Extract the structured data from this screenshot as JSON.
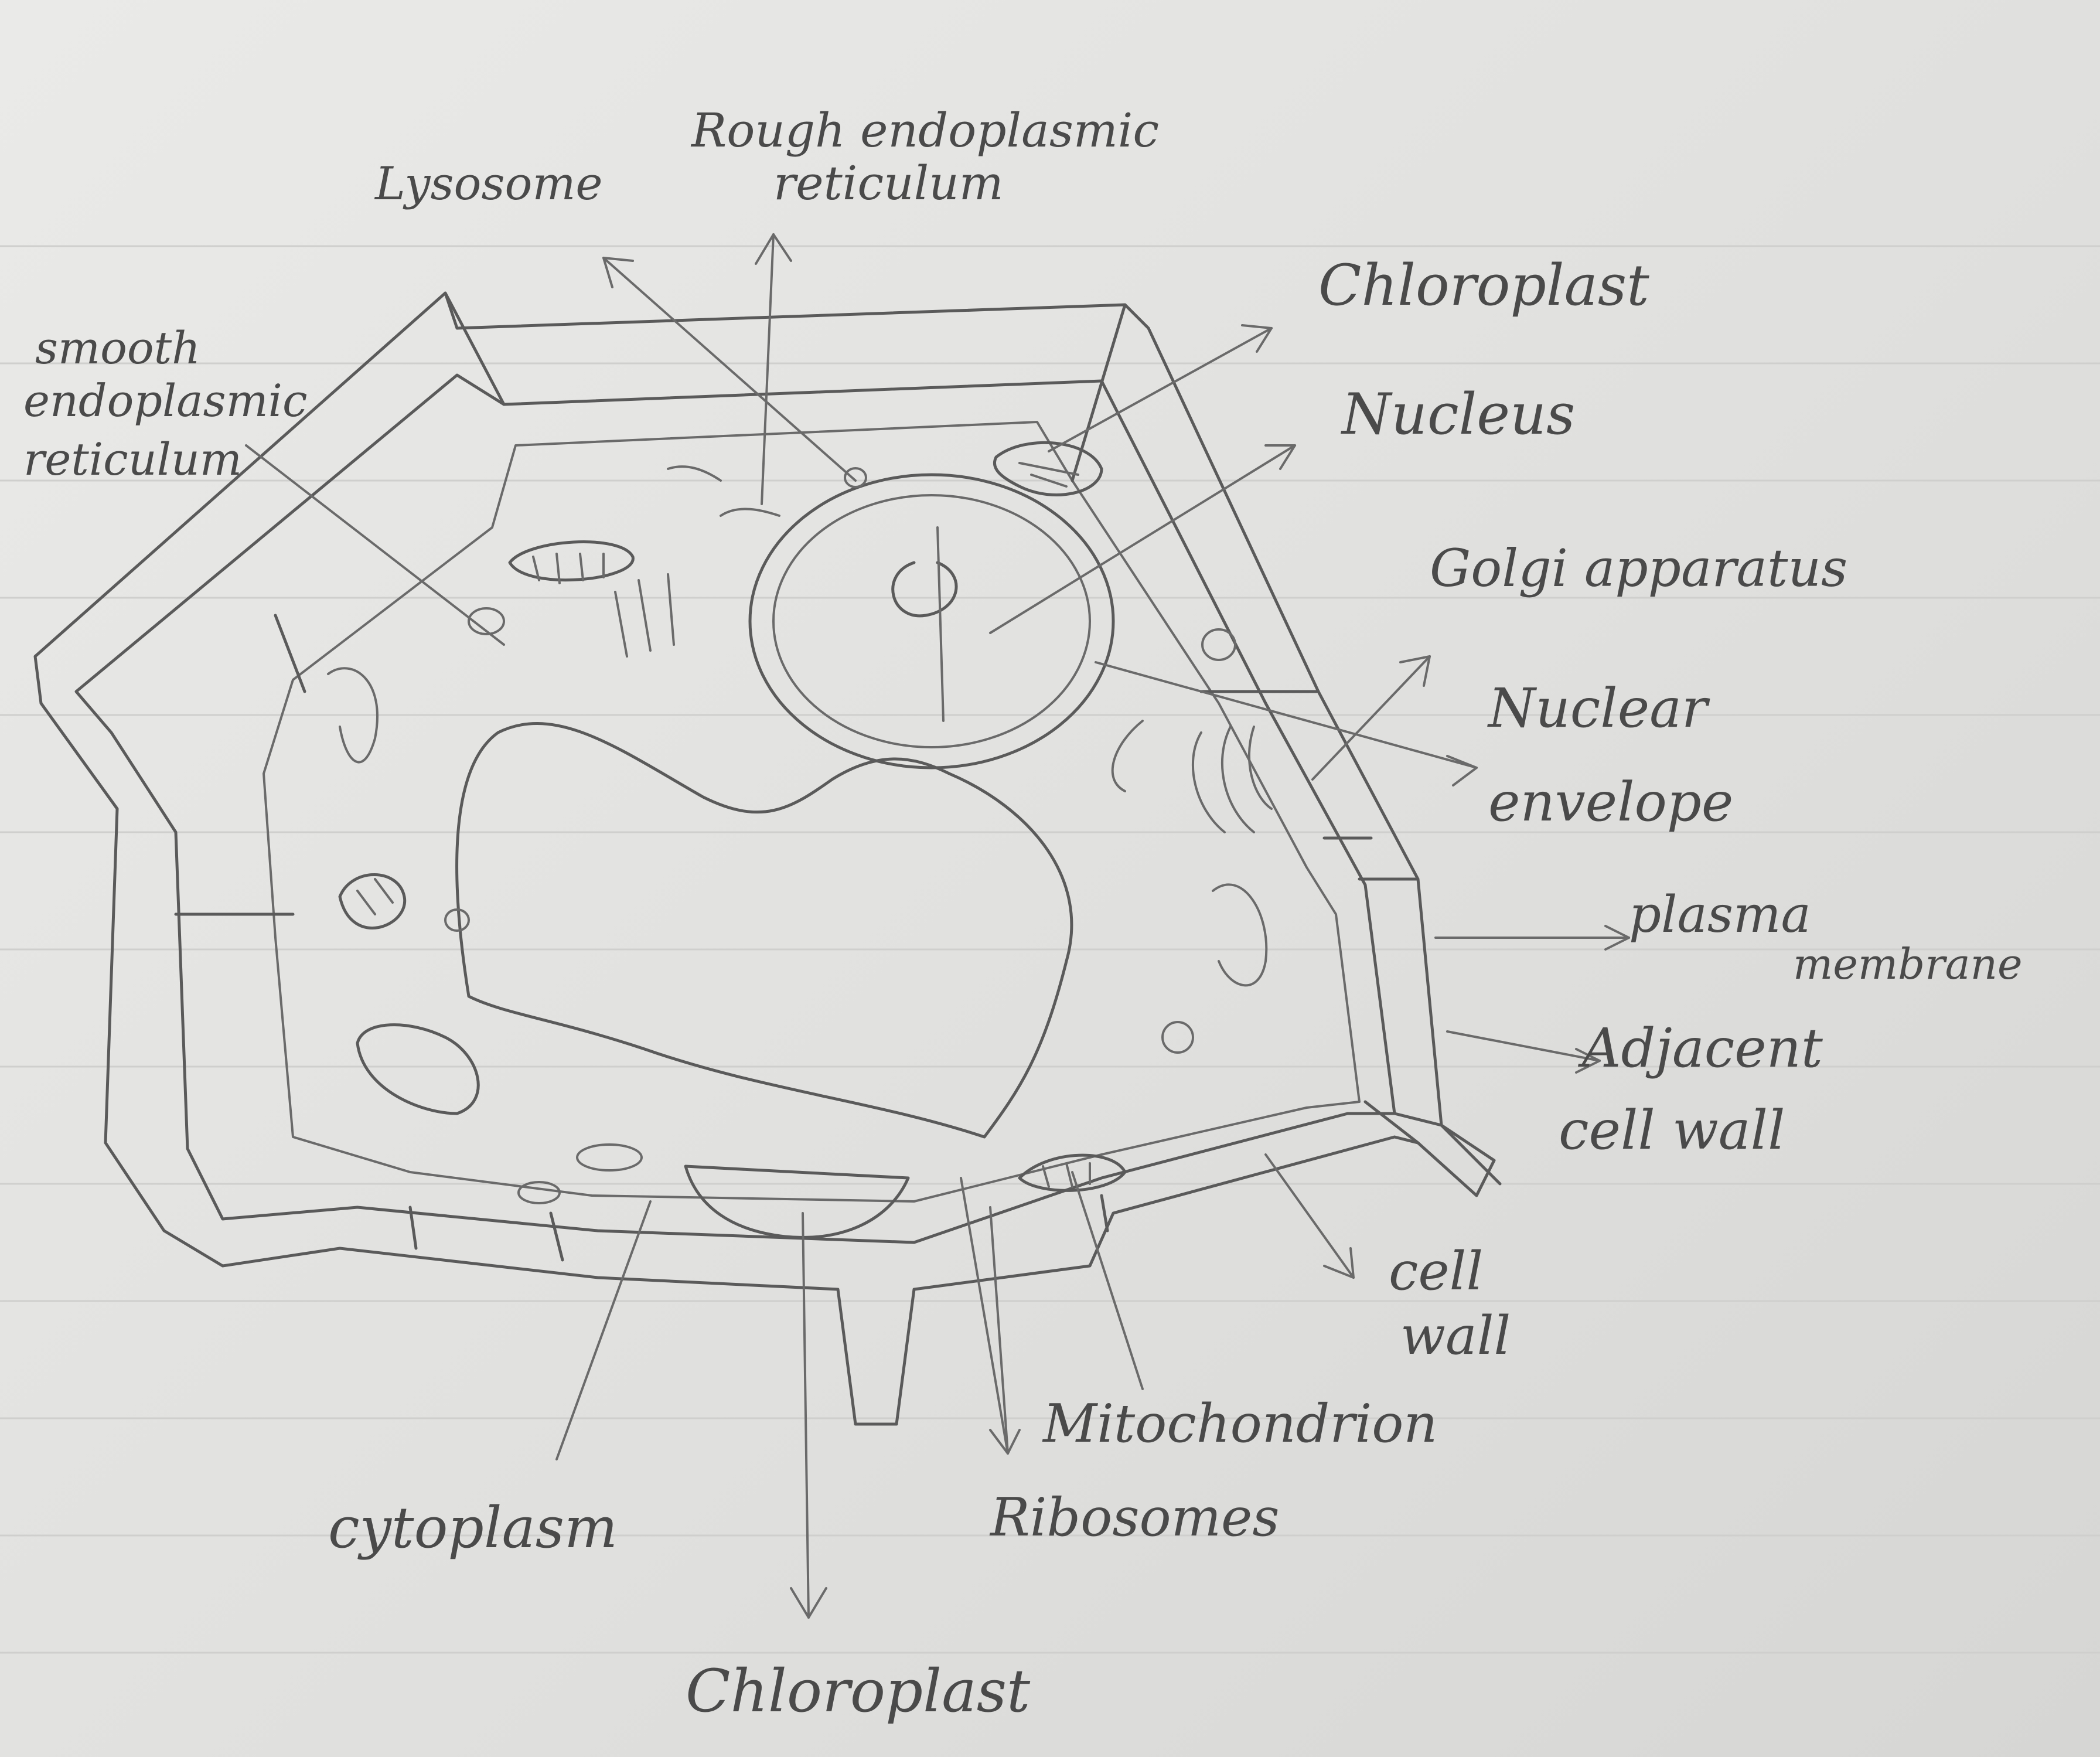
{
  "diagram": {
    "labels": {
      "lysosome": "Lysosome",
      "rough_er_1": "Rough endoplasmic",
      "rough_er_2": "reticulum",
      "smooth_er_1": "smooth",
      "smooth_er_2": "endoplasmic",
      "smooth_er_3": "reticulum",
      "chloroplast_top": "Chloroplast",
      "nucleus": "Nucleus",
      "golgi": "Golgi apparatus",
      "nuclear_env_1": "Nuclear",
      "nuclear_env_2": "envelope",
      "plasma_1": "plasma",
      "plasma_2": "membrane",
      "adjacent_1": "Adjacent",
      "adjacent_2": "cell wall",
      "cell_wall_1": "cell",
      "cell_wall_2": "wall",
      "mitochondrion": "Mitochondrion",
      "ribosomes": "Ribosomes",
      "cytoplasm": "cytoplasm",
      "chloroplast_bottom": "Chloroplast"
    },
    "ink_color": "#555555",
    "paper_color": "#e3e3e1"
  }
}
